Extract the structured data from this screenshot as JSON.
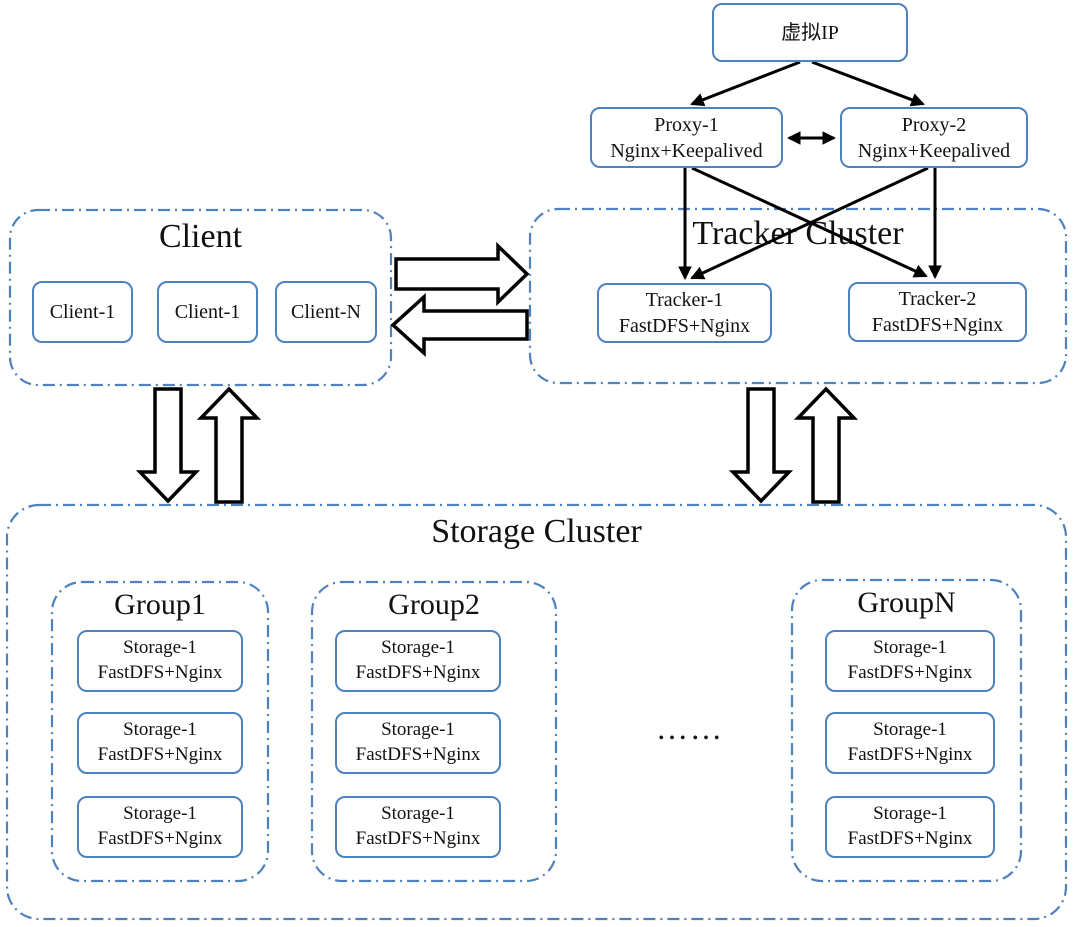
{
  "diagram": {
    "vip": {
      "label": "虚拟IP"
    },
    "proxy1": {
      "name": "Proxy-1",
      "stack": "Nginx+Keepalived"
    },
    "proxy2": {
      "name": "Proxy-2",
      "stack": "Nginx+Keepalived"
    },
    "client_cluster": {
      "title": "Client",
      "clients": [
        "Client-1",
        "Client-1",
        "Client-N"
      ]
    },
    "tracker_cluster": {
      "title": "Tracker Cluster",
      "tracker1": {
        "name": "Tracker-1",
        "stack": "FastDFS+Nginx"
      },
      "tracker2": {
        "name": "Tracker-2",
        "stack": "FastDFS+Nginx"
      }
    },
    "storage_cluster": {
      "title": "Storage Cluster",
      "ellipsis": "……",
      "groups": [
        {
          "title": "Group1",
          "storages": [
            {
              "name": "Storage-1",
              "stack": "FastDFS+Nginx"
            },
            {
              "name": "Storage-1",
              "stack": "FastDFS+Nginx"
            },
            {
              "name": "Storage-1",
              "stack": "FastDFS+Nginx"
            }
          ]
        },
        {
          "title": "Group2",
          "storages": [
            {
              "name": "Storage-1",
              "stack": "FastDFS+Nginx"
            },
            {
              "name": "Storage-1",
              "stack": "FastDFS+Nginx"
            },
            {
              "name": "Storage-1",
              "stack": "FastDFS+Nginx"
            }
          ]
        },
        {
          "title": "GroupN",
          "storages": [
            {
              "name": "Storage-1",
              "stack": "FastDFS+Nginx"
            },
            {
              "name": "Storage-1",
              "stack": "FastDFS+Nginx"
            },
            {
              "name": "Storage-1",
              "stack": "FastDFS+Nginx"
            }
          ]
        }
      ]
    }
  },
  "colors": {
    "box_border": "#4f81bd",
    "dashed_border": "#4f81bd",
    "arrow": "#000000",
    "text": "#111111",
    "background": "#ffffff"
  }
}
